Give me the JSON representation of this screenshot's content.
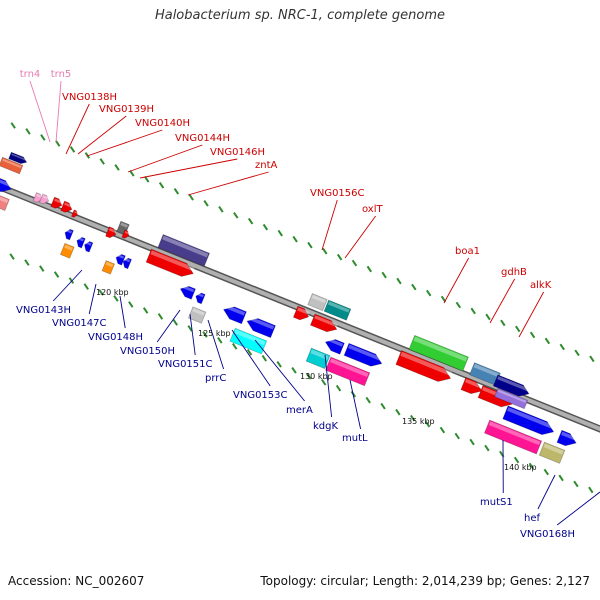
{
  "title": "Halobacterium sp. NRC-1, complete genome",
  "footer": {
    "accession": "Accession: NC_002607",
    "summary": "Topology: circular; Length: 2,014,239 bp; Genes: 2,127"
  },
  "colors": {
    "backbone": "#8a8a8a",
    "tick": "#2e8b2e",
    "top_label": "#cc0000",
    "trna_label": "#e87ab0",
    "bottom_label": "#00008b"
  },
  "kbp_ticks": [
    "120 kbp",
    "125 kbp",
    "130 kbp",
    "135 kbp",
    "140 kbp"
  ],
  "genes_top": [
    {
      "name": "trn4",
      "kind": "trna"
    },
    {
      "name": "trn5",
      "kind": "trna"
    },
    {
      "name": "VNG0138H"
    },
    {
      "name": "VNG0139H"
    },
    {
      "name": "VNG0140H"
    },
    {
      "name": "VNG0144H"
    },
    {
      "name": "VNG0146H"
    },
    {
      "name": "zntA"
    },
    {
      "name": "VNG0156C"
    },
    {
      "name": "oxlT"
    },
    {
      "name": "boa1"
    },
    {
      "name": "gdhB"
    },
    {
      "name": "alkK"
    }
  ],
  "genes_bottom": [
    {
      "name": "VNG0143H"
    },
    {
      "name": "VNG0147C"
    },
    {
      "name": "VNG0148H"
    },
    {
      "name": "VNG0150H"
    },
    {
      "name": "VNG0151C"
    },
    {
      "name": "prrC"
    },
    {
      "name": "VNG0153C"
    },
    {
      "name": "merA"
    },
    {
      "name": "kdgK"
    },
    {
      "name": "mutL"
    },
    {
      "name": "mutS1"
    },
    {
      "name": "hef"
    },
    {
      "name": "VNG0168H"
    }
  ]
}
